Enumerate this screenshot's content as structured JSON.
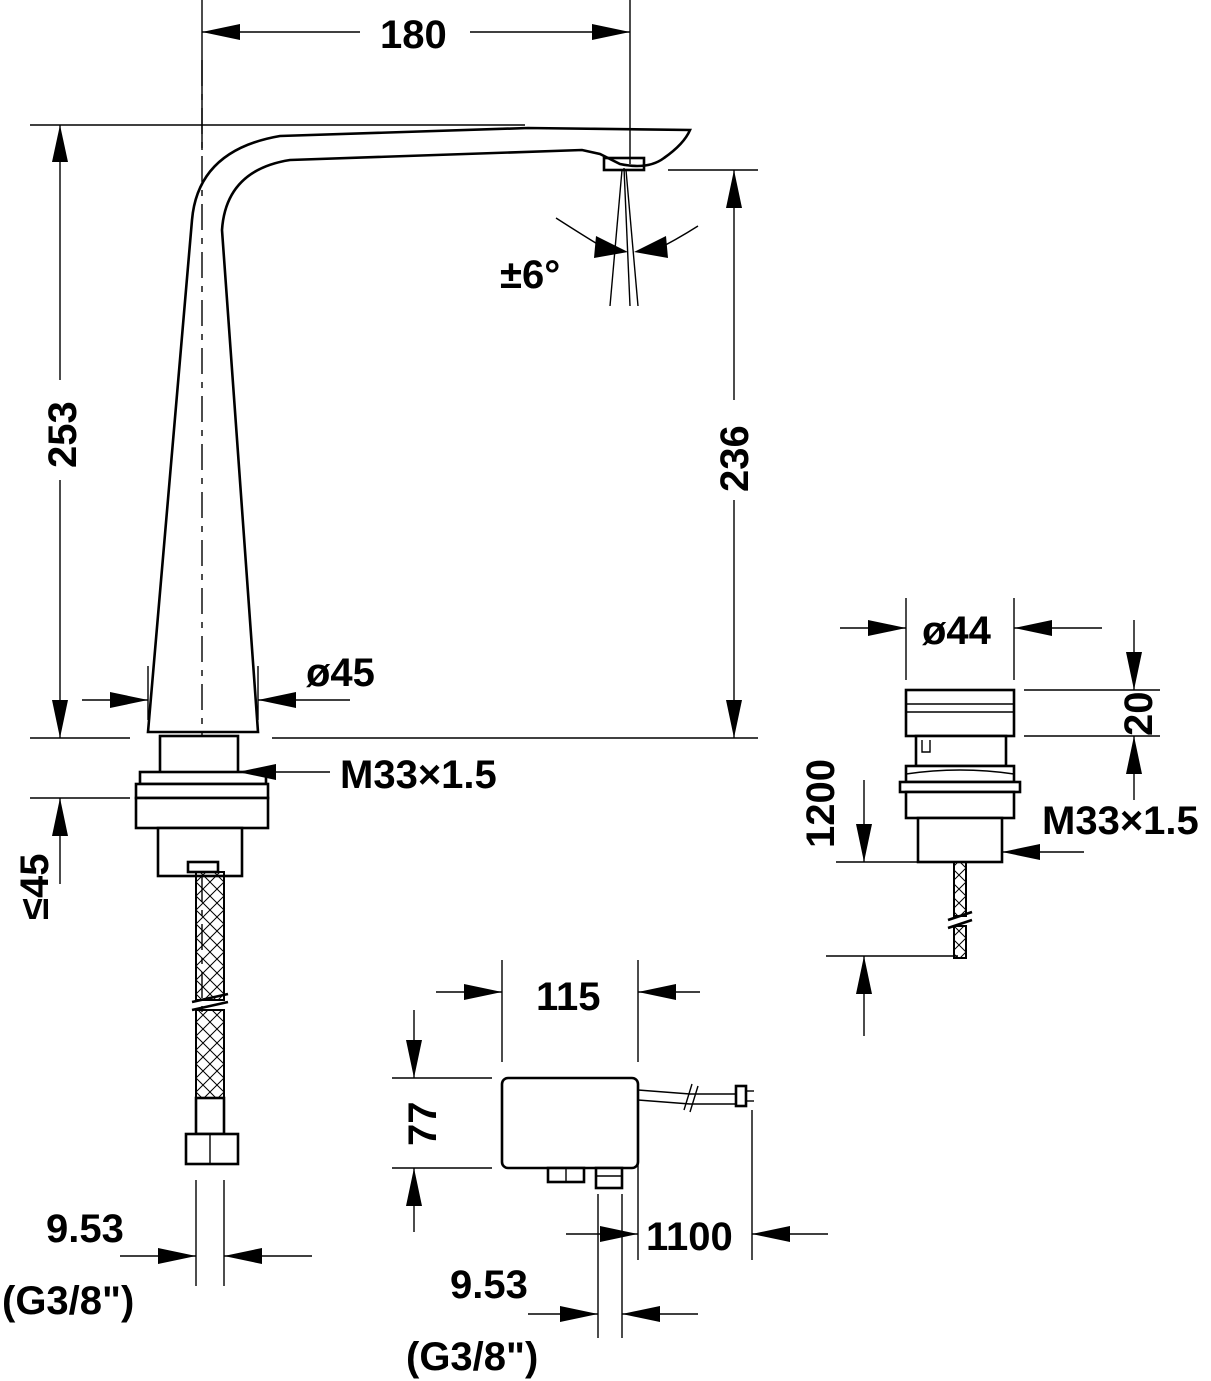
{
  "labels": {
    "spout_reach": "180",
    "height_total": "253",
    "height_outlet": "236",
    "swivel_angle": "±6°",
    "base_diameter": "ø45",
    "thread_spout": "M33×1.5",
    "deck_thickness": "≤45",
    "hose_diameter": "9.53",
    "hose_thread": "(G3/8\")",
    "sensor_diameter": "ø44",
    "sensor_height": "20",
    "sensor_cable": "1200",
    "thread_sensor": "M33×1.5",
    "box_width": "115",
    "box_height": "77",
    "power_cable": "1100",
    "box_hose_diameter": "9.53",
    "box_hose_thread": "(G3/8\")"
  }
}
